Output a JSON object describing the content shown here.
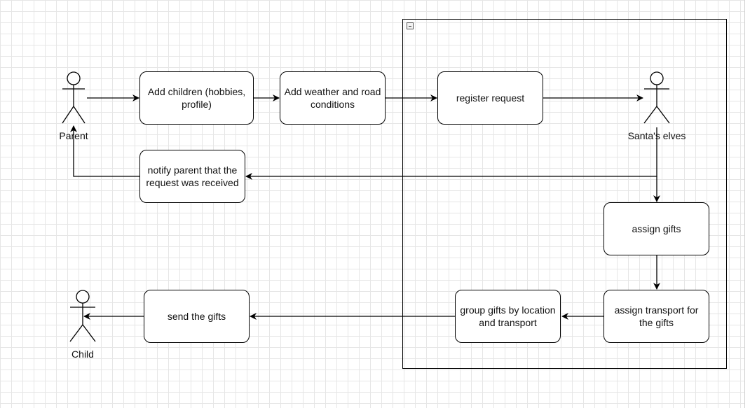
{
  "actors": {
    "parent": "Parent",
    "elves": "Santa's elves",
    "child": "Child"
  },
  "nodes": {
    "add_children": "Add children (hobbies, profile)",
    "add_weather": "Add weather and road conditions",
    "register_request": "register request",
    "notify_parent": "notify parent that the request was received",
    "assign_gifts": "assign gifts",
    "assign_transport": "assign transport for the gifts",
    "group_gifts": "group gifts by location and transport",
    "send_gifts": "send the gifts"
  }
}
